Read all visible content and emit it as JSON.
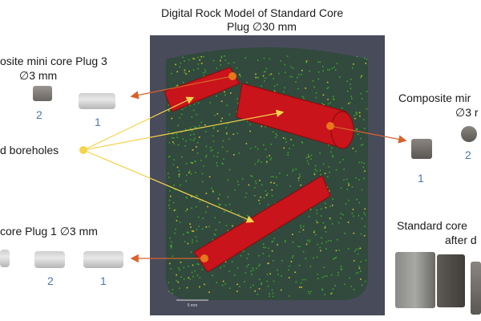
{
  "title": {
    "line1": "Digital Rock Model of Standard Core",
    "line2": "Plug ∅30 mm"
  },
  "plug3": {
    "line1": "osite mini core Plug 3",
    "line2": "∅3 mm",
    "labels": [
      "2",
      "1"
    ]
  },
  "boreholes": {
    "label": "d boreholes"
  },
  "plug1": {
    "label": "core Plug 1 ∅3 mm",
    "labels": [
      "2",
      "1"
    ]
  },
  "plug2": {
    "line1": "Composite mir",
    "line2": "∅3 r",
    "labels": [
      "1",
      "2"
    ]
  },
  "standard": {
    "line1": "Standard core",
    "line2": "after d"
  },
  "scale_bar": {
    "label": "5 mm"
  },
  "colors": {
    "borehole": "#c8141a",
    "arrow": "#d9622a",
    "pointer": "#f5d34a",
    "pore_green": "#3aa52a",
    "pore_yellow": "#d8c22a"
  }
}
